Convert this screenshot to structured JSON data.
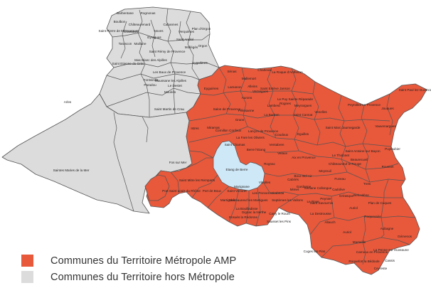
{
  "colors": {
    "metropole": "#e8583b",
    "hors_metropole": "#dcdcdc",
    "border": "#555555",
    "water": "#cfe8f7"
  },
  "legend": [
    {
      "label": "Communes du Territoire Métropole AMP",
      "color": "#e8583b"
    },
    {
      "label": "Communes du Territoire hors Métropole",
      "color": "#dcdcdc"
    }
  ],
  "labels": {
    "north": [
      "Barbentane",
      "Rognonas",
      "Boulbon",
      "Châteaurenard",
      "Cabannes",
      "Saint Pierre de Mézoargues",
      "Graveson",
      "Noves",
      "Verquières",
      "Eyragues",
      "Plan d'Orgon",
      "Tarascon",
      "Maillane",
      "Saint Andiol",
      "Mollégès",
      "Orgon",
      "Saint Rémy de Provence",
      "Saint Etienne du Grès",
      "Mas Blanc des Alpilles",
      "Eygalières",
      "Les Baux de Provence",
      "Maussane les Alpilles",
      "Fontvieille",
      "Paradou",
      "Le Destet",
      "Mouriès",
      "Arles",
      "Saint Martin de Crau",
      "Saintes Maries de la Mer"
    ],
    "metropole": [
      "Sénas",
      "Mallemort",
      "Charleval",
      "La Roque d'Anthéron",
      "Saint Estève Janson",
      "Le Puy Sainte Réparade",
      "Eyguières",
      "Lamanon",
      "Alleins",
      "Vernègues",
      "Rognes",
      "Meyrargues",
      "Peyrolles en Provence",
      "Saint Paul lez Durance",
      "Jouques",
      "Aurons",
      "Pélissanne",
      "Lambesc",
      "Salon de Provence",
      "La Barben",
      "Saint Cannat",
      "Venelles",
      "Grans",
      "Lançon de Provence",
      "Coudoux",
      "Eguilles",
      "Vauvenargues",
      "Miramas",
      "Cornillon Confoux",
      "La Fare les Oliviers",
      "Ventabren",
      "Saint Marc Jaumegarde",
      "Istres",
      "Saint Chamas",
      "Berre l'Etang",
      "Velaux",
      "Aix en Provence",
      "Le Tholonet",
      "Saint Antoine sur Bayon",
      "Puyloubier",
      "Rousset",
      "Beaurecueil",
      "Rognac",
      "Châteauneuf le Rouge",
      "Fos sur Mer",
      "Port Saint Louis du Rhône",
      "Saint Mitre les Remparts",
      "Port de Bouc",
      "Etang de Berre",
      "Vitrolles",
      "Cabriès",
      "Bouc Bel Air",
      "Meyreuil",
      "Fuveau",
      "Trets",
      "Martigues",
      "Marignane",
      "Gardanne",
      "Simiane Collongue",
      "Mimet",
      "Peynier",
      "Châteauneuf les Martigues",
      "Saint Victoret",
      "Les Pennes Mirabeau",
      "Septèmes les Vallons",
      "Saint Savournin",
      "Gréasque",
      "Belcodène",
      "La Bouilladisse",
      "Carry le Rouet",
      "Gignac la Nerthe",
      "Ensuès la Redonne",
      "Sausset les Pins",
      "Le Rove",
      "Cadolive",
      "La Destrousse",
      "Allauch",
      "Plan de Cuques",
      "Auriol",
      "Roquevaire",
      "Auriol",
      "Aubagne",
      "Gémenos",
      "Cuges les Pins",
      "Marseille",
      "La Penne sur Huveaune",
      "Carnoux en Provence",
      "Roquefort la Bédoule",
      "Cassis",
      "Ceyreste",
      "La Ciotat"
    ]
  }
}
